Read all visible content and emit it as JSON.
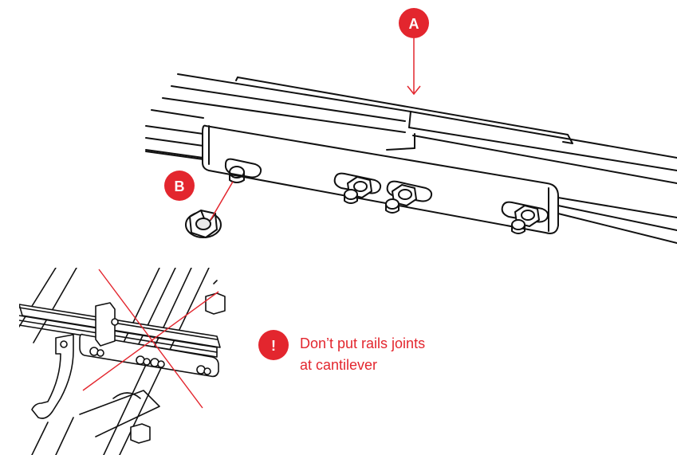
{
  "callouts": {
    "a": "A",
    "b": "B",
    "warning": "!"
  },
  "warning_text": {
    "line1": "Don’t put rails joints",
    "line2": "at cantilever"
  },
  "colors": {
    "accent": "#e3262e",
    "ink": "#111111",
    "shade": "#e8e8e8"
  },
  "icons": {
    "warning": "exclamation-icon"
  }
}
